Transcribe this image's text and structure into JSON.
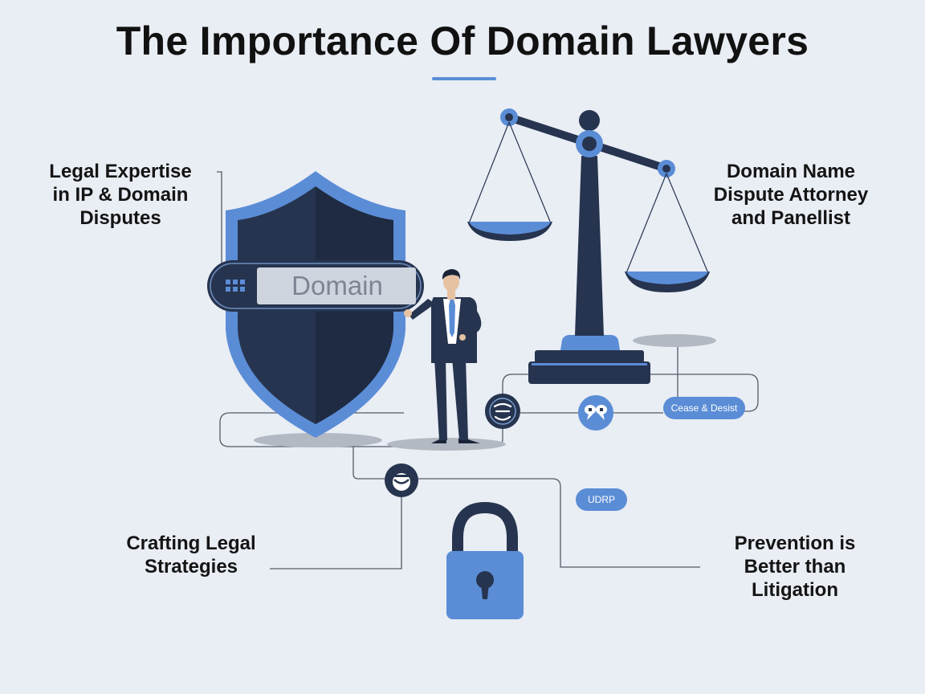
{
  "title": "The Importance Of Domain Lawyers",
  "labels": {
    "legal_expertise": "Legal Expertise\nin IP & Domain\nDisputes",
    "dispute_attorney": "Domain Name\nDispute Attorney\nand Panellist",
    "crafting_strategies": "Crafting Legal\nStrategies",
    "prevention": "Prevention is\nBetter than\nLitigation"
  },
  "search_bar": {
    "text": "Domain"
  },
  "badges": {
    "cease_desist": "Cease & Desist",
    "udrp": "UDRP"
  },
  "colors": {
    "navy": "#26344f",
    "accent_blue": "#5b8dd6",
    "background": "#e9edf4",
    "line": "#545c68"
  },
  "icons": [
    "grid-icon",
    "shield-icon",
    "scales-of-justice-icon",
    "businessman-figure",
    "gavel-icon",
    "speech-bubbles-icon",
    "face-mask-icon",
    "padlock-icon"
  ]
}
